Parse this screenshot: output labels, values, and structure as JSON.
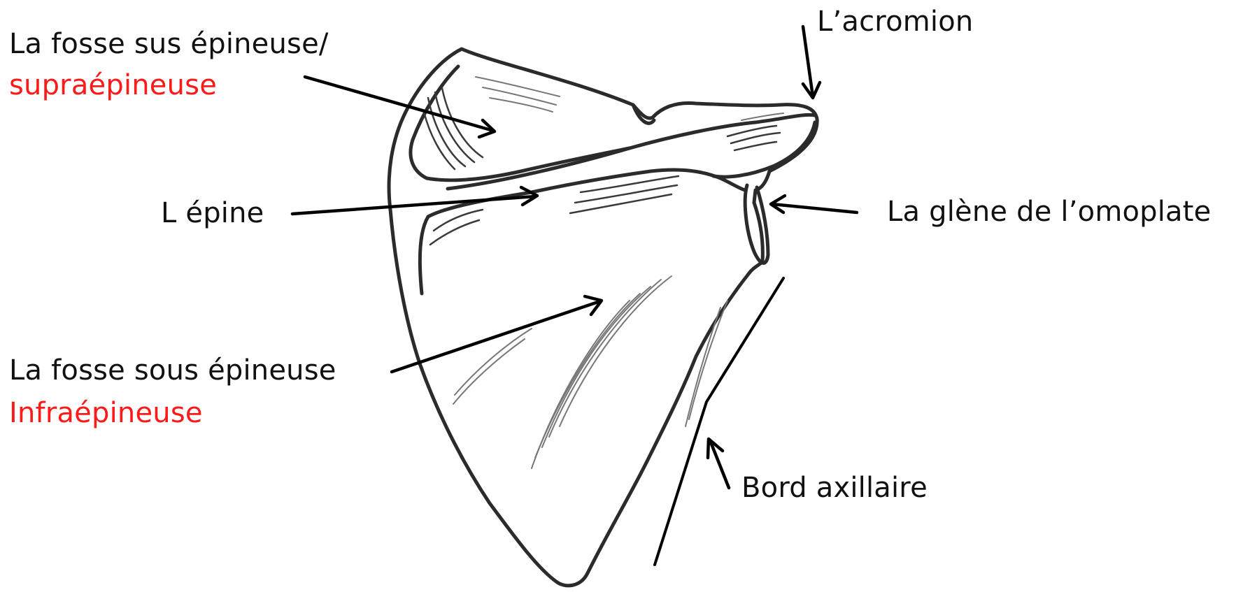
{
  "labels": {
    "supraspinous_fossa": "La fosse sus épineuse/",
    "supraspinous_fossa_alt": "supraépineuse",
    "acromion": "L’acromion",
    "spine": "L épine",
    "glenoid": "La glène de l’omoplate",
    "infraspinous_fossa": "La fosse sous épineuse",
    "infraspinous_fossa_alt": "Infraépineuse",
    "axillary_border": "Bord axillaire"
  },
  "colors": {
    "text": "#111111",
    "highlight_text": "#ff1a1a",
    "bone_outline": "#2b2b2b",
    "arrow": "#000000"
  }
}
